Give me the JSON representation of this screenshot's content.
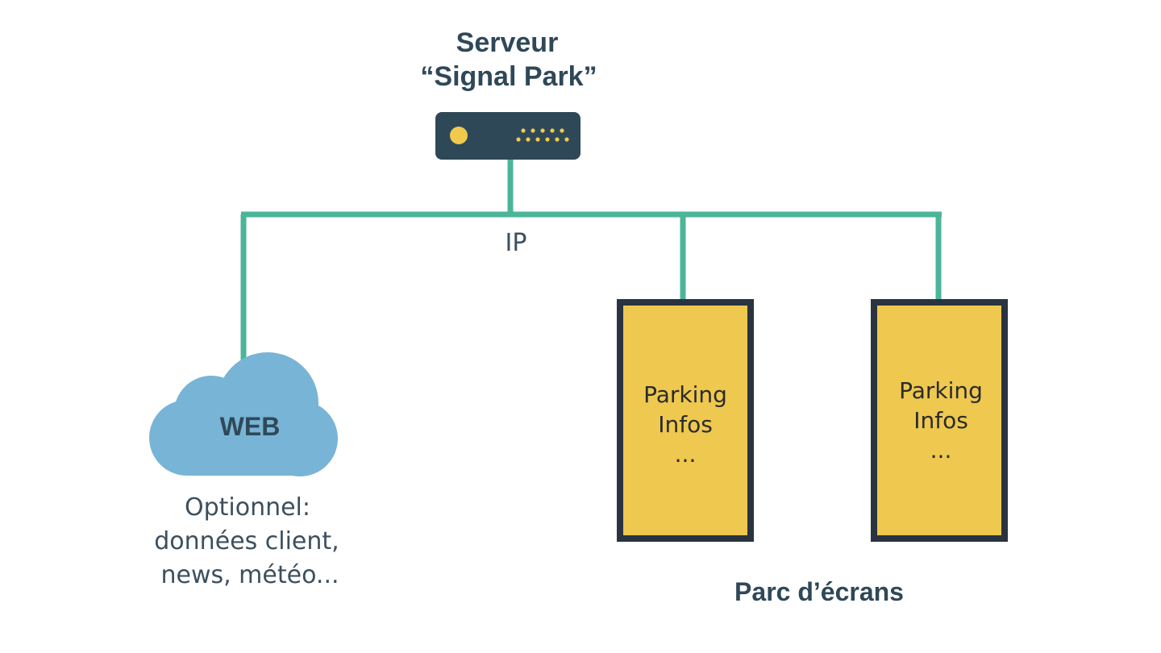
{
  "server": {
    "title_line1": "Serveur",
    "title_line2": "“Signal Park”"
  },
  "network": {
    "label": "IP"
  },
  "cloud": {
    "label": "WEB",
    "caption_line1": "Optionnel:",
    "caption_line2": "données client,",
    "caption_line3": "news, météo..."
  },
  "screens": [
    {
      "line1": "Parking",
      "line2": "Infos",
      "line3": "..."
    },
    {
      "line1": "Parking",
      "line2": "Infos",
      "line3": "..."
    }
  ],
  "screens_caption": "Parc d’écrans",
  "colors": {
    "connector": "#4bb59a",
    "server_body": "#2f4858",
    "server_lights": "#f0c94d",
    "cloud": "#78b4d6",
    "screen_fill": "#eec84f",
    "screen_border": "#2a3340",
    "title_text": "#2f4858"
  }
}
